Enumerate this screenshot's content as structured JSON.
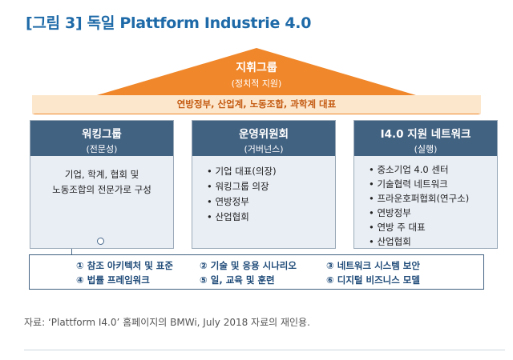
{
  "figure": {
    "title": "[그림 3] 독일 Plattform Industrie 4.0"
  },
  "roof": {
    "title": "지휘그룹",
    "subtitle": "(정치적 지원)"
  },
  "banner": "연방정부, 산업계, 노동조합, 과학계 대표",
  "pillars": [
    {
      "title": "워킹그룹",
      "subtitle": "(전문성)",
      "description": [
        "기업, 학계, 협회 및",
        "노동조합의 전문가로 구성"
      ]
    },
    {
      "title": "운영위원회",
      "subtitle": "(거버넌스)",
      "items": [
        "기업 대표(의장)",
        "워킹그룹 의장",
        "연방정부",
        "산업협회"
      ]
    },
    {
      "title": "I4.0 지원 네트워크",
      "subtitle": "(실행)",
      "items": [
        "중소기업 4.0 센터",
        "기술협력 네트워크",
        "프라운호퍼협회(연구소)",
        "연방정부",
        "연방 주 대표",
        "산업협회"
      ]
    }
  ],
  "foundation": {
    "items": [
      "① 참조 아키텍처 및 표준",
      "② 기술 및 응용 시나리오",
      "③ 네트워크 시스템 보안",
      "④ 법률 프레임워크",
      "⑤ 일, 교육 및 훈련",
      "⑥ 디지털 비즈니스 모델"
    ]
  },
  "source": "자료: ‘Plattform I4.0’ 홈페이지의 BMWi, July 2018 자료의 재인용.",
  "colors": {
    "title_blue": "#1e6aa8",
    "roof_orange": "#f0872a",
    "banner_bg": "#fde7cc",
    "banner_text": "#c45b12",
    "pillar_head": "#426282",
    "pillar_body": "#e9eef5",
    "foundation_text": "#1e4a78"
  }
}
